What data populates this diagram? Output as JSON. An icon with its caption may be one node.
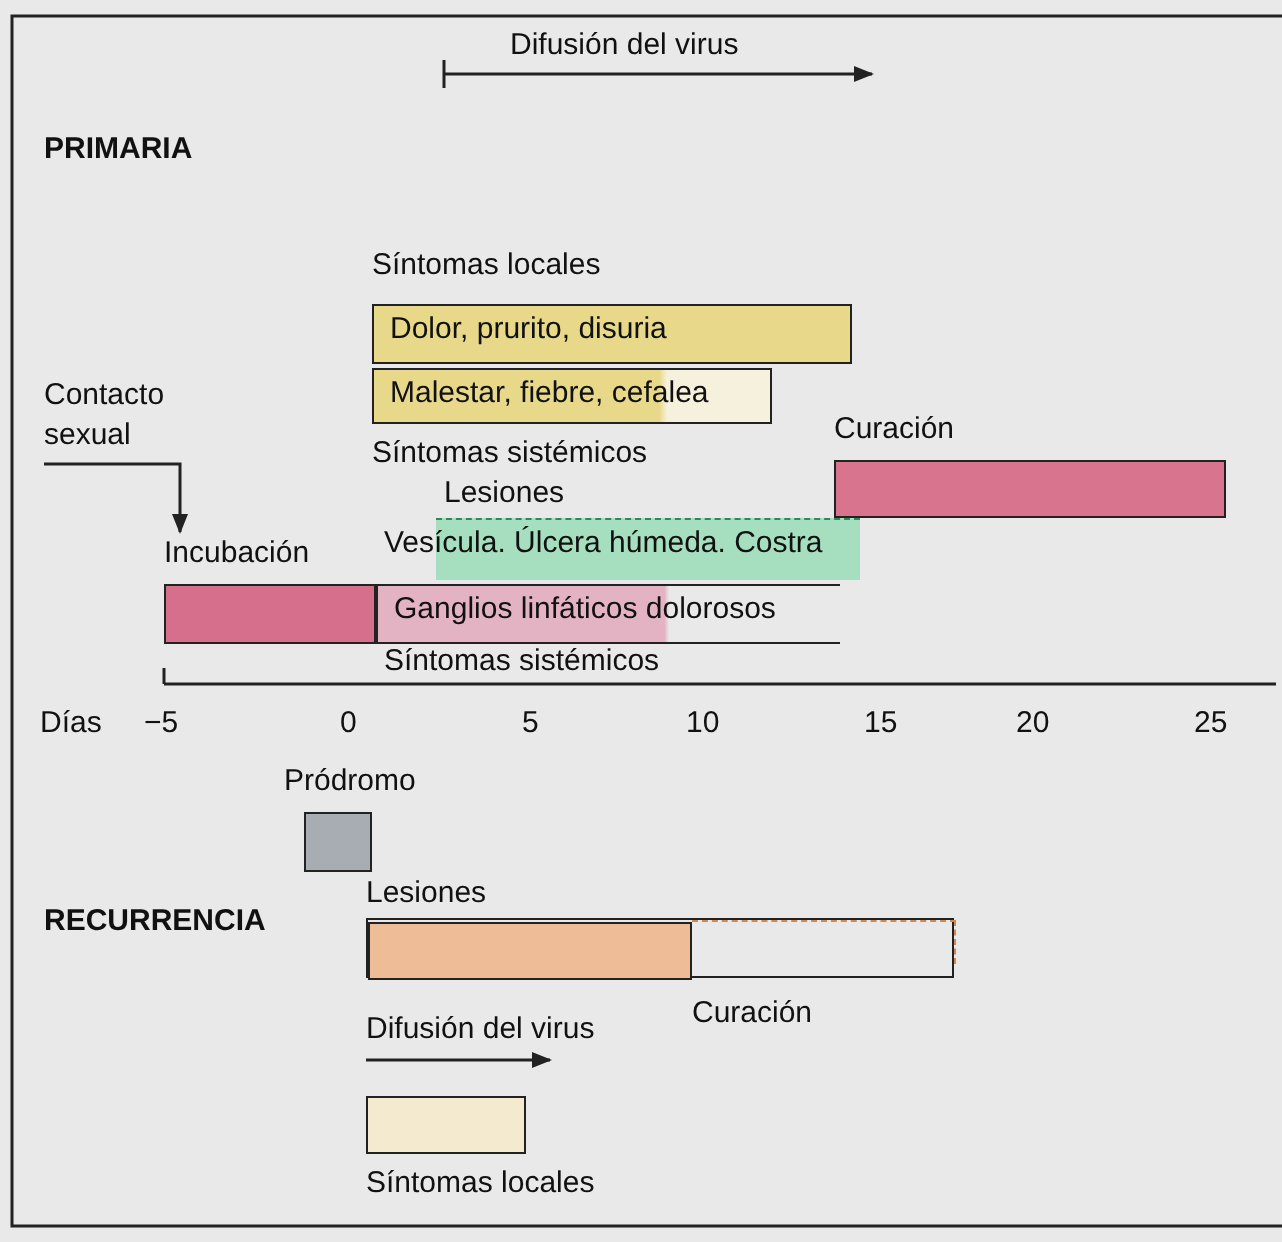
{
  "diagram": {
    "nodes": [
      {
        "text": [
          "Dolor, prurito, disuria"
        ],
        "beside": [
          "Síntomas locales"
        ]
      },
      {
        "text": [
          "Malestar, fiebre, cefalea"
        ],
        "beside": [
          "Síntomas sistémicos"
        ]
      },
      {
        "text": [
          "Curación"
        ]
      },
      {
        "text": [
          "Lesiones",
          "Vesícula. Úlcera húmeda. Costra"
        ]
      },
      {
        "text": [
          "Incubación"
        ]
      },
      {
        "text": [
          "Ganglios linfáticos dolorosos"
        ],
        "beside": [
          "Síntomas sistémicos"
        ]
      },
      {
        "text": [
          "Contacto sexual"
        ]
      },
      {
        "text": [
          "Pródromo"
        ]
      },
      {
        "text": [
          "Lesiones"
        ],
        "beside": [
          "Curación"
        ]
      },
      {
        "text": [
          "Síntomas locales"
        ]
      }
    ],
    "edges": [
      {
        "from": 6,
        "to": 4,
        "arrow": "to"
      }
    ],
    "labels": [
      "Difusión del virus",
      "PRIMARIA",
      "Días",
      "−5",
      "0",
      "5",
      "10",
      "15",
      "20",
      "25",
      "RECURRENCIA",
      "Difusión del virus"
    ]
  }
}
